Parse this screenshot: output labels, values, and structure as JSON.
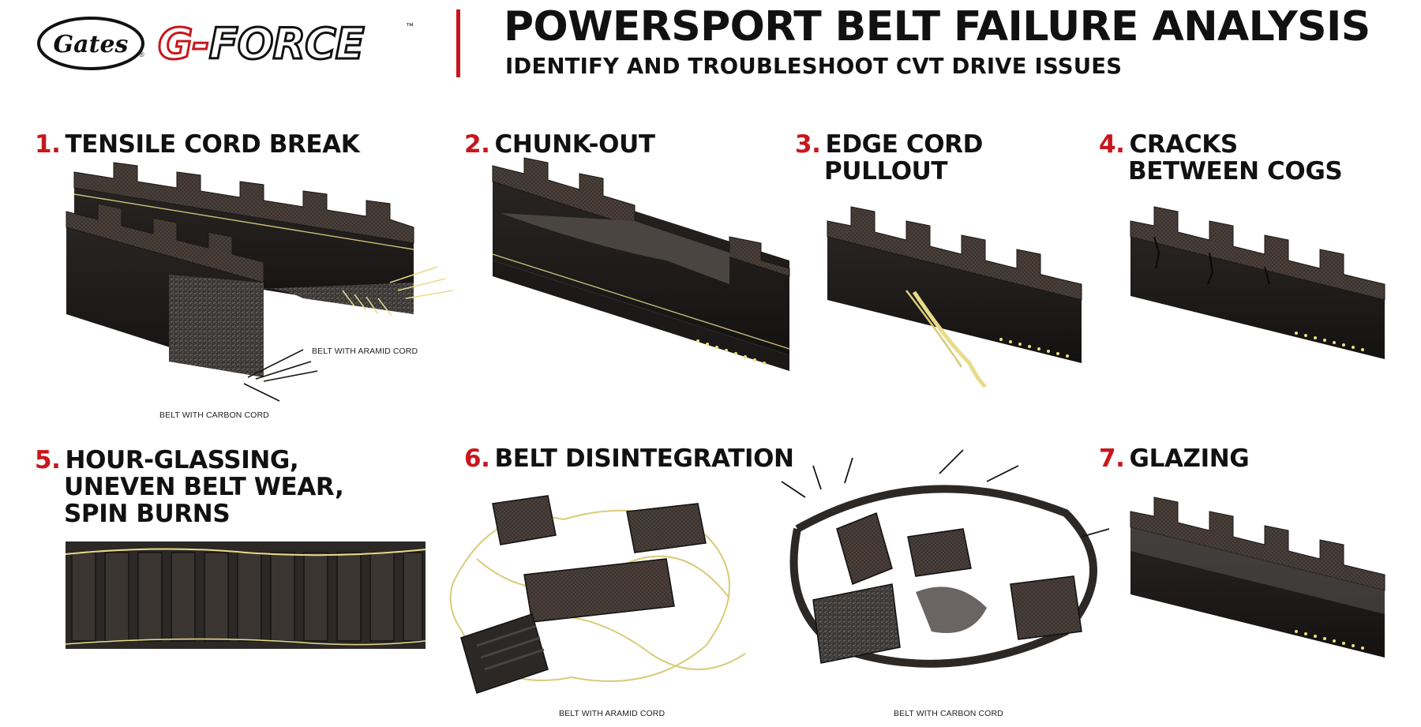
{
  "header": {
    "logo_gates": "Gates",
    "logo_gates_reg": "®",
    "logo_gforce_g": "G-",
    "logo_gforce_rest": "FORCE",
    "logo_gforce_tm": "™",
    "title": "POWERSPORT BELT FAILURE ANALYSIS",
    "subtitle": "IDENTIFY AND TROUBLESHOOT CVT DRIVE ISSUES"
  },
  "colors": {
    "accent_red": "#c8161d",
    "belt_dark": "#2c2826",
    "belt_shadow": "#141211",
    "cord_yellow": "#e8dc8a",
    "text": "#111111"
  },
  "sections": [
    {
      "number": "1.",
      "title": [
        "TENSILE CORD BREAK"
      ],
      "captions": [
        "BELT WITH ARAMID CORD",
        "BELT WITH CARBON CORD"
      ]
    },
    {
      "number": "2.",
      "title": [
        "CHUNK-OUT"
      ],
      "captions": []
    },
    {
      "number": "3.",
      "title": [
        "EDGE CORD",
        "PULLOUT"
      ],
      "captions": []
    },
    {
      "number": "4.",
      "title": [
        "CRACKS",
        "BETWEEN COGS"
      ],
      "captions": []
    },
    {
      "number": "5.",
      "title": [
        "HOUR-GLASSING,",
        "UNEVEN BELT WEAR,",
        "SPIN BURNS"
      ],
      "captions": []
    },
    {
      "number": "6.",
      "title": [
        "BELT DISINTEGRATION"
      ],
      "captions": [
        "BELT WITH ARAMID CORD",
        "BELT WITH CARBON CORD"
      ]
    },
    {
      "number": "7.",
      "title": [
        "GLAZING"
      ],
      "captions": []
    }
  ]
}
